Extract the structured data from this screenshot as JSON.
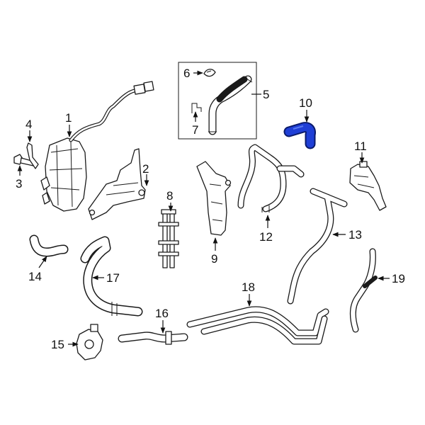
{
  "highlight_color": "#1f3fd6",
  "callouts": [
    {
      "id": "1",
      "label": "1"
    },
    {
      "id": "2",
      "label": "2"
    },
    {
      "id": "3",
      "label": "3"
    },
    {
      "id": "4",
      "label": "4"
    },
    {
      "id": "5",
      "label": "5"
    },
    {
      "id": "6",
      "label": "6"
    },
    {
      "id": "7",
      "label": "7"
    },
    {
      "id": "8",
      "label": "8"
    },
    {
      "id": "9",
      "label": "9"
    },
    {
      "id": "10",
      "label": "10"
    },
    {
      "id": "11",
      "label": "11"
    },
    {
      "id": "12",
      "label": "12"
    },
    {
      "id": "13",
      "label": "13"
    },
    {
      "id": "14",
      "label": "14"
    },
    {
      "id": "15",
      "label": "15"
    },
    {
      "id": "16",
      "label": "16"
    },
    {
      "id": "17",
      "label": "17"
    },
    {
      "id": "18",
      "label": "18"
    },
    {
      "id": "19",
      "label": "19"
    }
  ],
  "highlighted_part": "10"
}
